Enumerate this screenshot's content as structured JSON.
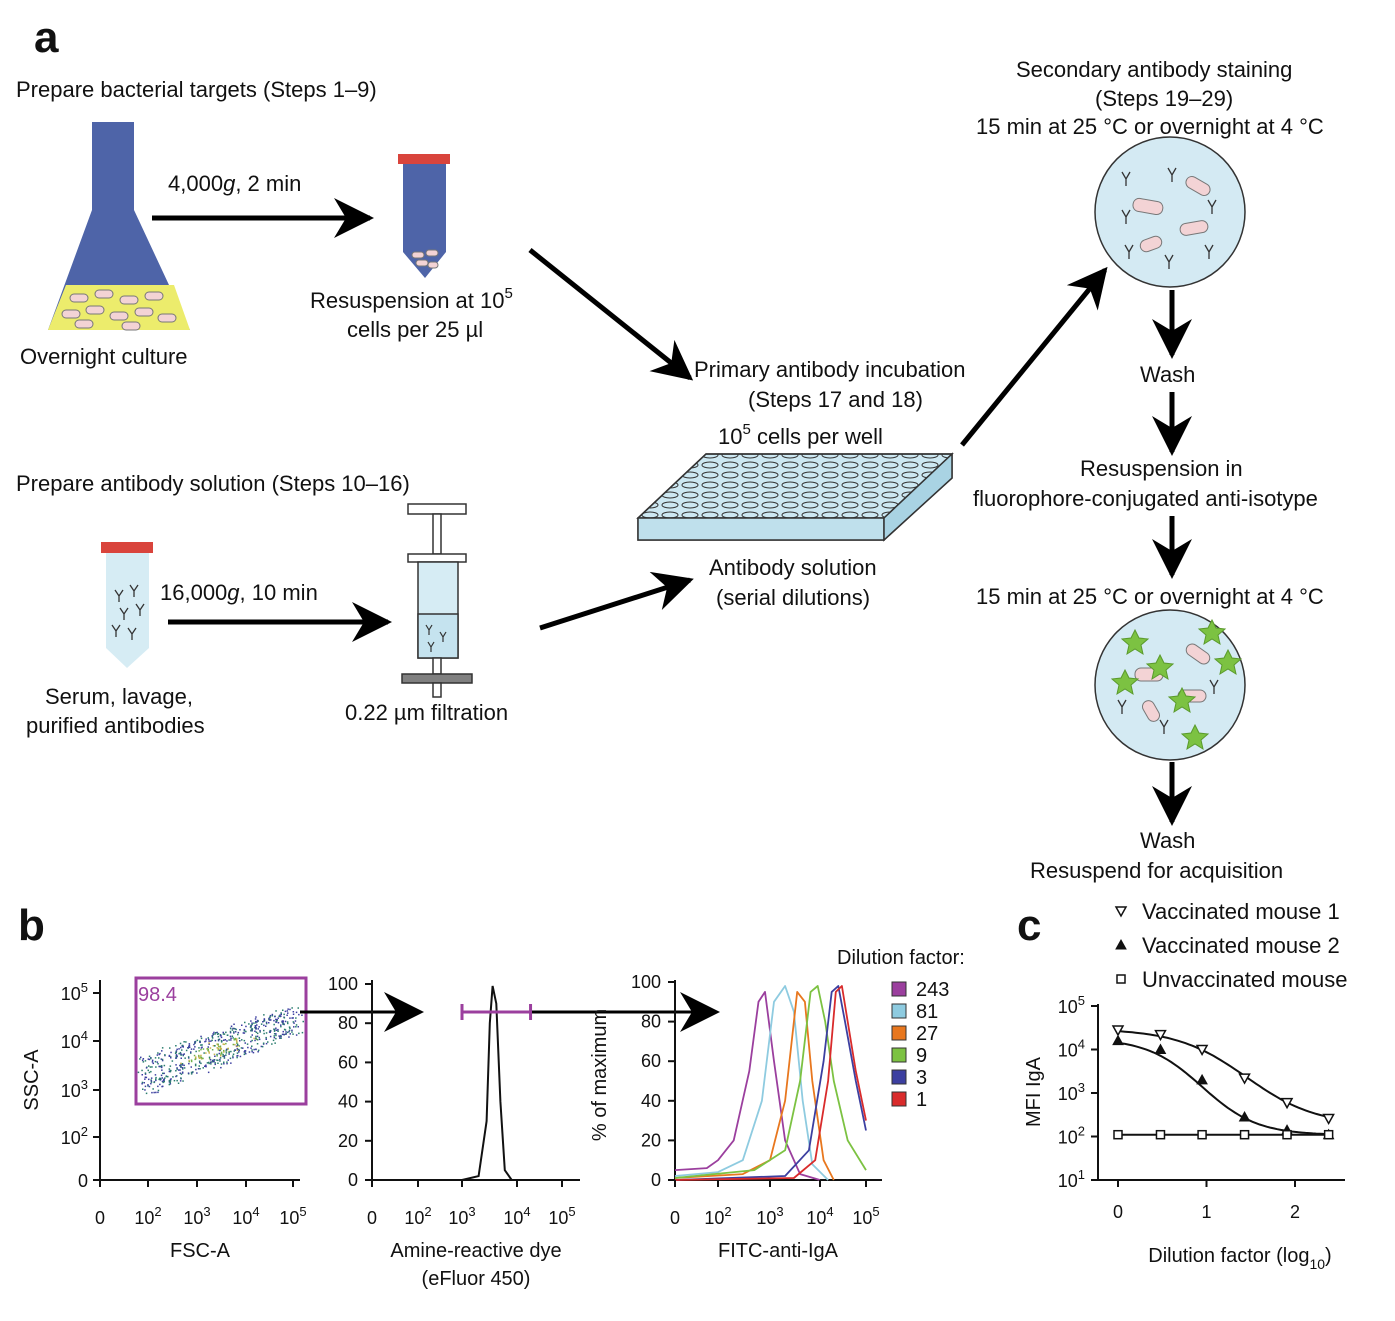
{
  "panel_a": {
    "label": "a",
    "prepare_bacteria": "Prepare bacterial targets (Steps 1–9)",
    "spin1_speed": "4,000",
    "spin1_g": "g",
    "spin1_time": ", 2 min",
    "overnight_culture": "Overnight culture",
    "resuspension_line1": "Resuspension at 10",
    "resuspension_exp": "5",
    "resuspension_line2": "cells per 25 µl",
    "primary_title1": "Primary antibody incubation",
    "primary_title2": "(Steps 17 and 18)",
    "cells_per_well_base": "10",
    "cells_per_well_exp": "5",
    "cells_per_well_text": " cells per well",
    "antibody_solution1": "Antibody solution",
    "antibody_solution2": "(serial dilutions)",
    "prepare_antibody": "Prepare antibody solution (Steps 10–16)",
    "spin2_speed": "16,000",
    "spin2_g": "g",
    "spin2_time": ", 10 min",
    "serum_line1": "Serum, lavage,",
    "serum_line2": "purified antibodies",
    "filtration": "0.22 µm filtration",
    "secondary_title1": "Secondary antibody staining",
    "secondary_title2": "(Steps 19–29)",
    "incubation_1": "15 min at 25 °C or overnight at 4 °C",
    "wash_1": "Wash",
    "resusp_fluor1": "Resuspension in",
    "resusp_fluor2": "fluorophore-conjugated anti-isotype",
    "incubation_2": "15 min at 25 °C or overnight at 4 °C",
    "wash_2": "Wash",
    "resuspend_acq": "Resuspend for acquisition"
  },
  "panel_b": {
    "label": "b",
    "gate_value": "98.4",
    "plot1_xlabel": "FSC-A",
    "plot1_ylabel": "SSC-A",
    "plot2_xlabel1": "Amine-reactive dye",
    "plot2_xlabel2": "(eFluor 450)",
    "plot3_xlabel": "FITC-anti-IgA",
    "plot3_ylabel": "% of maximum",
    "legend_title": "Dilution factor:",
    "legend": [
      {
        "label": "243",
        "color": "#9b3f9e"
      },
      {
        "label": "81",
        "color": "#8ecbe0"
      },
      {
        "label": "27",
        "color": "#e8771e"
      },
      {
        "label": "9",
        "color": "#7cc242"
      },
      {
        "label": "3",
        "color": "#3c3fa0"
      },
      {
        "label": "1",
        "color": "#d92b2b"
      }
    ],
    "log_ticks": [
      "0",
      "10",
      "10",
      "10",
      "10"
    ],
    "log_exps": [
      "",
      "2",
      "3",
      "4",
      "5"
    ],
    "ssc_ticks": [
      "0",
      "10",
      "10",
      "10",
      "10"
    ],
    "ssc_exps": [
      "",
      "2",
      "3",
      "4",
      "5"
    ],
    "pct_ticks": [
      "0",
      "20",
      "40",
      "60",
      "80",
      "100"
    ]
  },
  "panel_c": {
    "label": "c",
    "xlabel": "Dilution factor (log",
    "xlabel_sub": "10",
    "xlabel_end": ")",
    "ylabel": "MFI IgA",
    "x_ticks": [
      "0",
      "1",
      "2"
    ],
    "y_ticks_base": [
      "10",
      "10",
      "10",
      "10",
      "10"
    ],
    "y_ticks_exp": [
      "1",
      "2",
      "3",
      "4",
      "5"
    ],
    "legend": [
      {
        "label": "Vaccinated mouse 1",
        "marker": "triangle-down-open"
      },
      {
        "label": "Vaccinated mouse 2",
        "marker": "triangle-up-filled"
      },
      {
        "label": "Unvaccinated mouse",
        "marker": "square-open"
      }
    ]
  },
  "chart_data": [
    {
      "type": "scatter",
      "xlabel": "FSC-A",
      "ylabel": "SSC-A",
      "x_scale": "log",
      "y_scale": "log",
      "gate_percent": 98.4
    },
    {
      "type": "line",
      "xlabel": "Amine-reactive dye (eFluor 450)",
      "x_scale": "log",
      "ylim": [
        0,
        100
      ],
      "series": [
        {
          "x": [
            1000,
            2000,
            2800,
            3200,
            3600,
            4200,
            5000,
            6000,
            8000
          ],
          "values": [
            0,
            2,
            30,
            80,
            99,
            90,
            40,
            5,
            0
          ]
        }
      ],
      "gate_range": [
        1000,
        20000
      ]
    },
    {
      "type": "line",
      "xlabel": "FITC-anti-IgA",
      "ylabel": "% of maximum",
      "x_scale": "log",
      "ylim": [
        0,
        100
      ],
      "series": [
        {
          "name": "243",
          "x": [
            1,
            30,
            100,
            200,
            400,
            600,
            800,
            1200,
            2000,
            4000,
            10000
          ],
          "values": [
            5,
            6,
            10,
            20,
            55,
            90,
            95,
            60,
            20,
            3,
            0
          ]
        },
        {
          "name": "81",
          "x": [
            1,
            100,
            300,
            700,
            1200,
            2000,
            3000,
            4500,
            7000,
            15000
          ],
          "values": [
            2,
            4,
            10,
            40,
            90,
            98,
            85,
            40,
            8,
            0
          ]
        },
        {
          "name": "27",
          "x": [
            1,
            300,
            1000,
            2000,
            3500,
            5000,
            7000,
            12000,
            20000
          ],
          "values": [
            1,
            3,
            10,
            40,
            95,
            90,
            50,
            10,
            0
          ]
        },
        {
          "name": "9",
          "x": [
            1,
            500,
            2000,
            4000,
            6500,
            9000,
            13000,
            20000,
            40000,
            100000
          ],
          "values": [
            1,
            5,
            15,
            50,
            95,
            98,
            80,
            50,
            20,
            5
          ]
        },
        {
          "name": "3",
          "x": [
            1,
            2000,
            6000,
            12000,
            18000,
            25000,
            35000,
            60000,
            100000
          ],
          "values": [
            0,
            2,
            15,
            60,
            95,
            98,
            80,
            50,
            25
          ]
        },
        {
          "name": "1",
          "x": [
            1,
            3000,
            8000,
            15000,
            22000,
            30000,
            40000,
            60000,
            100000
          ],
          "values": [
            0,
            1,
            10,
            50,
            95,
            98,
            80,
            55,
            30
          ]
        }
      ]
    },
    {
      "type": "scatter",
      "xlabel": "Dilution factor (log10)",
      "ylabel": "MFI IgA",
      "y_scale": "log",
      "ylim": [
        10,
        100000
      ],
      "series": [
        {
          "name": "Vaccinated mouse 1",
          "x": [
            0,
            0.48,
            0.95,
            1.43,
            1.91,
            2.38
          ],
          "values": [
            28000,
            22000,
            10000,
            2200,
            600,
            260
          ]
        },
        {
          "name": "Vaccinated mouse 2",
          "x": [
            0,
            0.48,
            0.95,
            1.43,
            1.91,
            2.38
          ],
          "values": [
            16000,
            10000,
            2000,
            280,
            140,
            110
          ]
        },
        {
          "name": "Unvaccinated mouse",
          "x": [
            0,
            0.48,
            0.95,
            1.43,
            1.91,
            2.38
          ],
          "values": [
            110,
            110,
            110,
            110,
            110,
            110
          ]
        }
      ]
    }
  ]
}
